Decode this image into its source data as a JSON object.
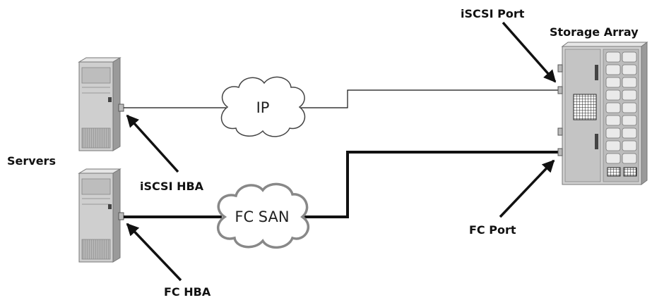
{
  "labels": {
    "servers": "Servers",
    "iscsi_hba": "iSCSI HBA",
    "fc_hba": "FC HBA",
    "iscsi_port": "iSCSI Port",
    "storage_array": "Storage Array",
    "fc_port": "FC Port"
  },
  "clouds": {
    "ip": "IP",
    "fc_san": "FC SAN"
  },
  "colors": {
    "ink": "#111111",
    "device_fill": "#c9c9c9",
    "device_dark": "#8a8a8a",
    "cloud_fill": "#ffffff"
  }
}
